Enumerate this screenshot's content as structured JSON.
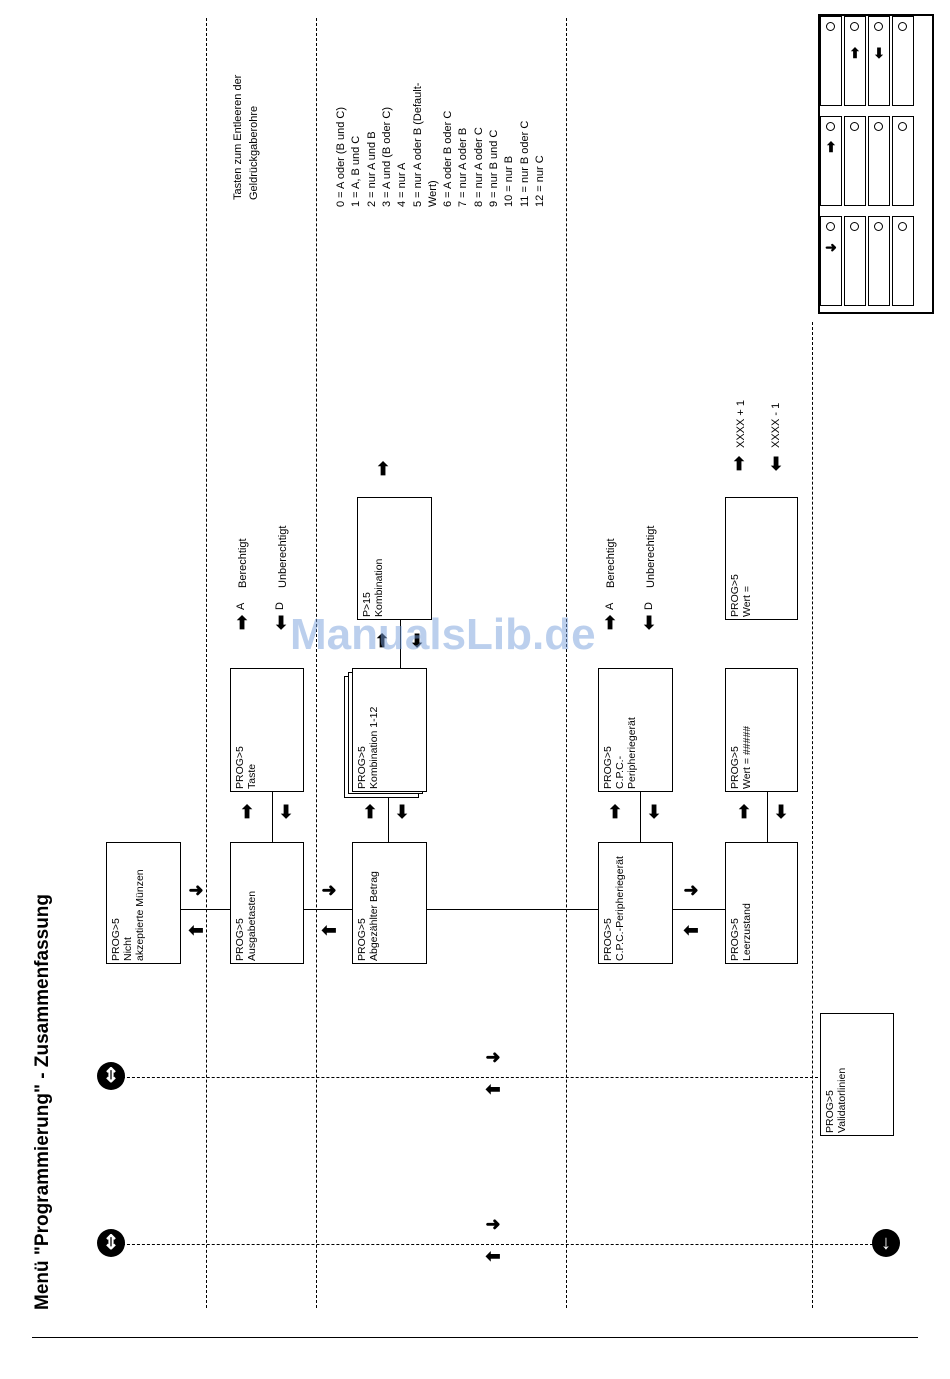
{
  "title": "Menü \"Programmierung\" - Zusammenfassung",
  "watermark": "ManualsLib.de",
  "boxes": {
    "nicht_muenzen": "PROG>5\nNicht\nakzeptierte Münzen",
    "ausgabetasten": "PROG>5\nAusgabetasten",
    "taste": "PROG>5\nTaste",
    "abgezaehlter_betrag": "PROG>5\nAbgezählter Betrag",
    "kombination_1_12": "PROG>5\nKombination 1-12",
    "kombination_p15": "P>15\nKombination",
    "cpc_peripherie": "PROG>5\nC.P.C.-Peripheriegerät",
    "cpc_peripherie_sub": "PROG>5\nC.P.C.-\nPeripheriegerät",
    "leerzustand": "PROG>5\nLeerzustand",
    "wert_hash": "PROG>5\nWert = #####",
    "wert": "PROG>5\nWert =",
    "validatorlinien": "PROG>5\nValidatorlinien"
  },
  "labels": {
    "key_a_1": "A",
    "berechtigt_1": "Berechtigt",
    "key_d_1": "D",
    "unberechtigt_1": "Unberechtigt",
    "key_a_2": "A",
    "berechtigt_2": "Berechtigt",
    "key_d_2": "D",
    "unberechtigt_2": "Unberechtigt",
    "xxxx_plus": "XXXX + 1",
    "xxxx_minus": "XXXX - 1",
    "tasten_note_1": "Tasten zum Entleeren der",
    "tasten_note_2": "Geldrückgaberohre"
  },
  "combinations": [
    "0 = A oder (B und C)",
    "1 = A, B und C",
    "2 = nur A und B",
    "3 = A und (B oder C)",
    "4 = nur A",
    "5 = nur A oder B (Default-",
    "Wert)",
    "6 = A oder B oder C",
    "7 = nur A oder B",
    "8 = nur A oder C",
    "9 = nur B und C",
    "10 = nur B",
    "11 = nur B oder C",
    "12 = nur C"
  ],
  "icons": {
    "arrow_right": "arrow-right-icon",
    "arrow_left": "arrow-left-icon",
    "arrow_up": "arrow-up-icon",
    "arrow_down": "arrow-down-icon",
    "nav_circle": "navigation-circle-icon"
  }
}
